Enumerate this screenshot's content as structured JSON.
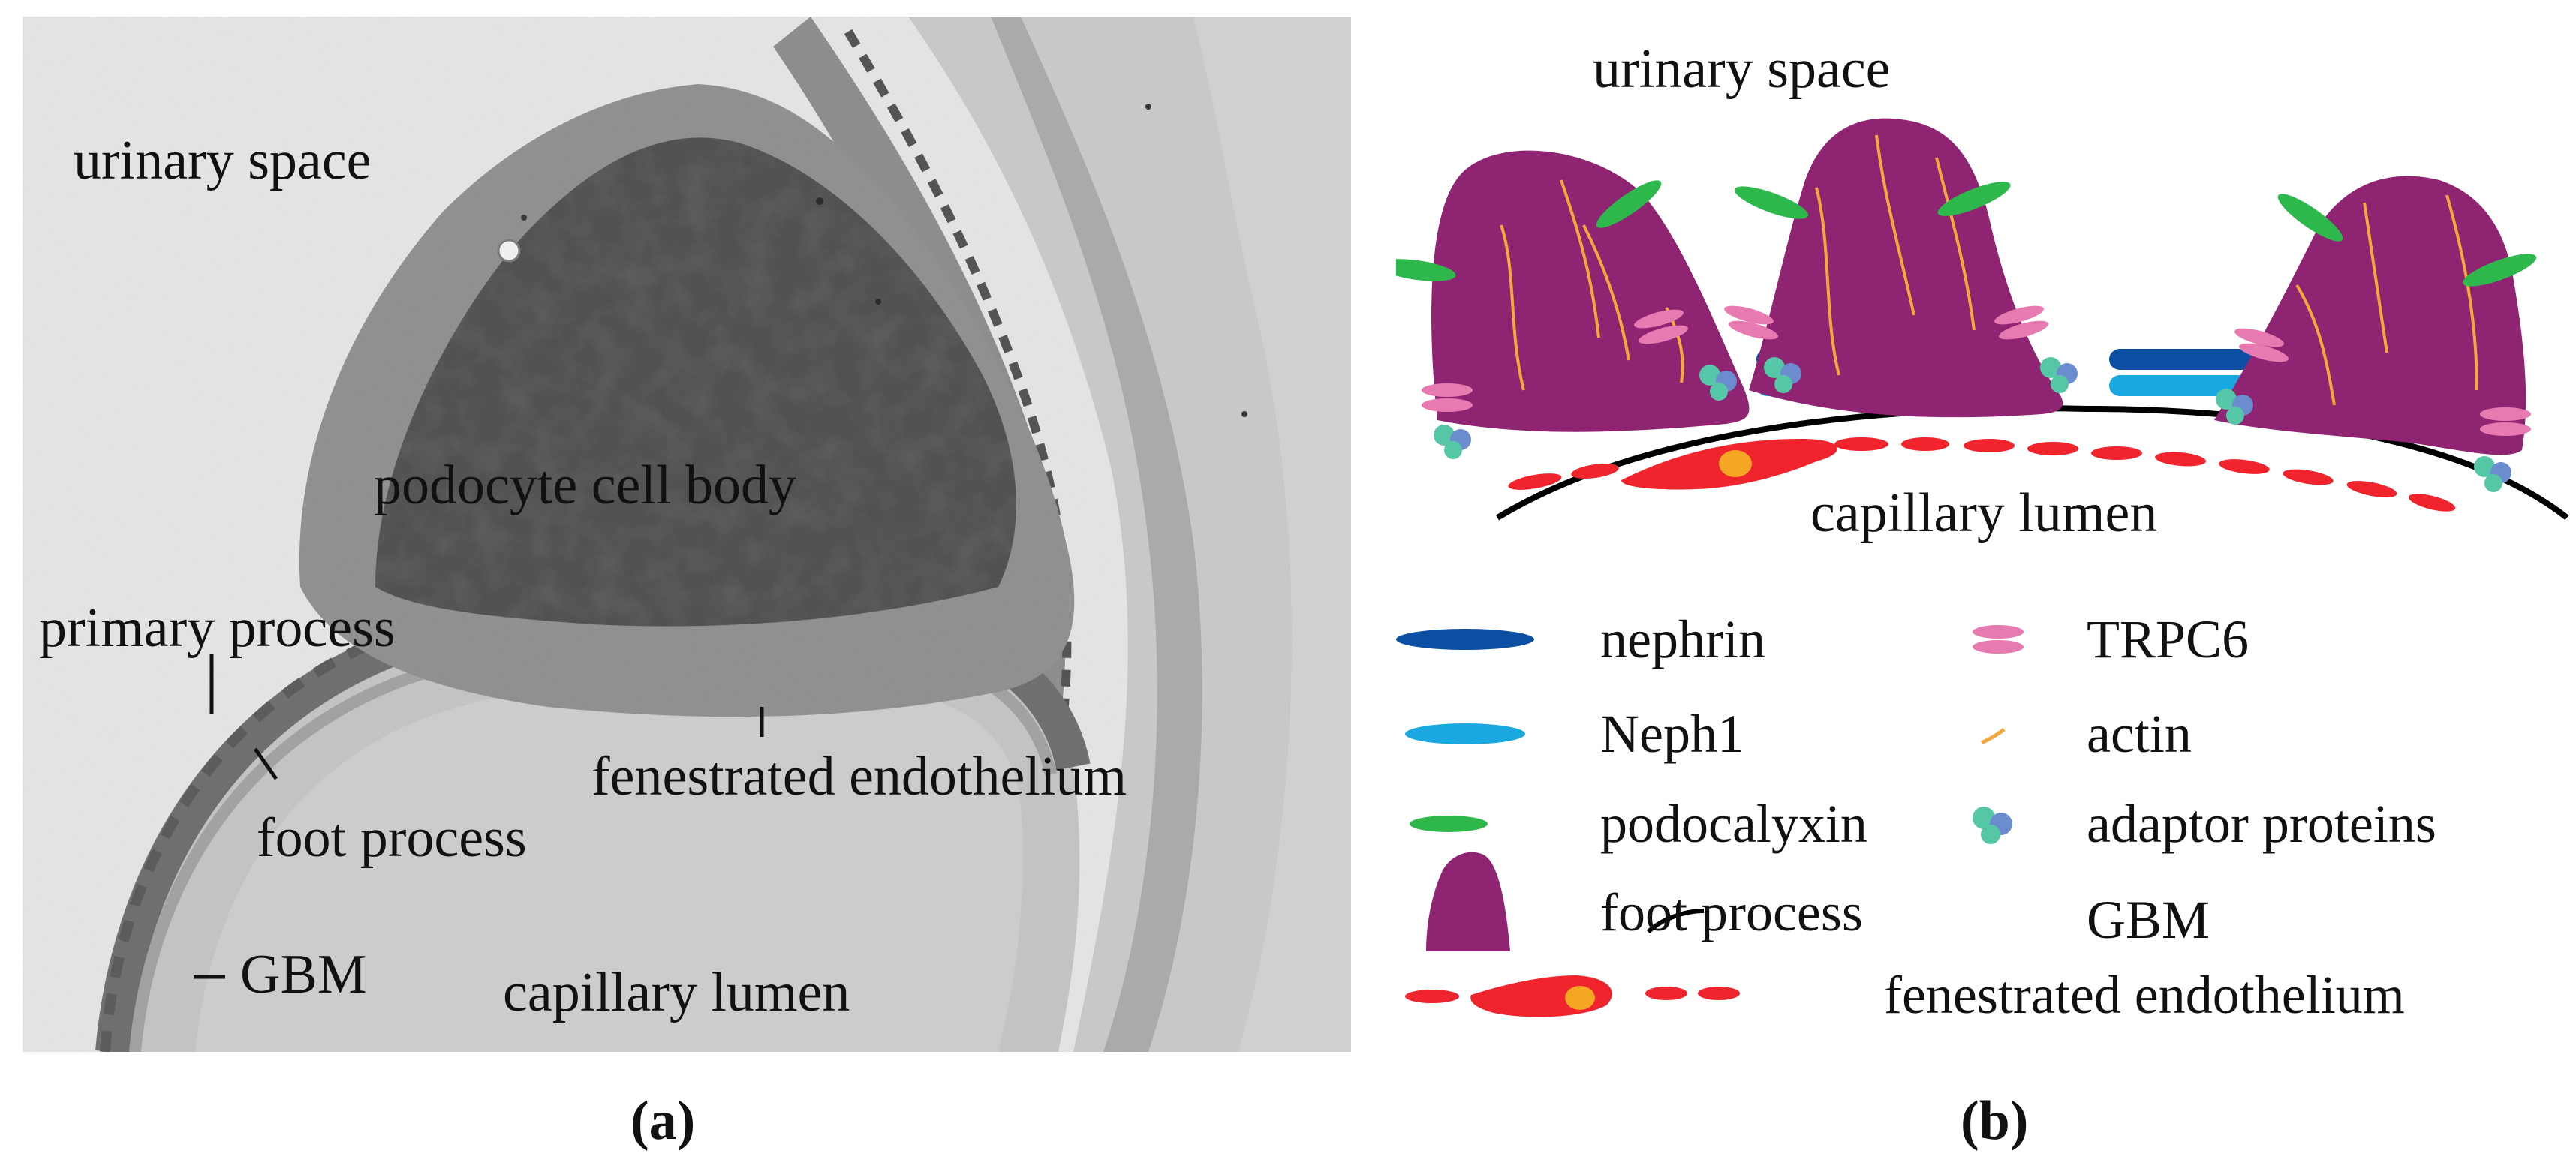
{
  "panel_a": {
    "caption": "(a)",
    "labels": {
      "urinary_space": "urinary space",
      "cell_body": "podocyte cell body",
      "primary_process": "primary process",
      "foot_process": "foot process",
      "fenestrated_endothelium": "fenestrated endothelium",
      "gbm": "GBM",
      "capillary_lumen": "capillary lumen"
    }
  },
  "panel_b": {
    "caption": "(b)",
    "labels": {
      "urinary_space": "urinary space",
      "capillary_lumen": "capillary lumen"
    },
    "legend": [
      {
        "key": "nephrin",
        "label": "nephrin",
        "color": "#0a4fa3"
      },
      {
        "key": "neph1",
        "label": "Neph1",
        "color": "#1aa8e0"
      },
      {
        "key": "podocalyxin",
        "label": "podocalyxin",
        "color": "#2eb84b"
      },
      {
        "key": "foot_process",
        "label": "foot process",
        "color": "#8e2472"
      },
      {
        "key": "fenestrated_endothelium",
        "label": "fenestrated endothelium",
        "color": "#f0242c"
      },
      {
        "key": "trpc6",
        "label": "TRPC6",
        "color": "#e77ab0"
      },
      {
        "key": "actin",
        "label": "actin",
        "color": "#f2a93b"
      },
      {
        "key": "adaptor_proteins",
        "label": "adaptor proteins",
        "color": "#55c7a6"
      },
      {
        "key": "gbm",
        "label": "GBM",
        "color": "#000000"
      }
    ]
  }
}
